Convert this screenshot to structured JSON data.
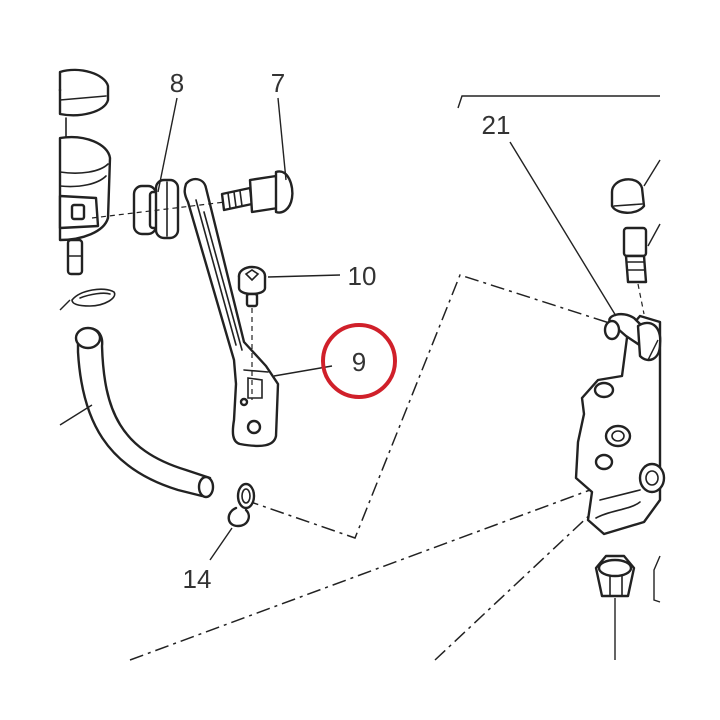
{
  "diagram": {
    "callouts": [
      "8",
      "7",
      "10",
      "9",
      "14",
      "21"
    ],
    "highlight_color": "#d0202a",
    "highlighted_callout": "9"
  }
}
